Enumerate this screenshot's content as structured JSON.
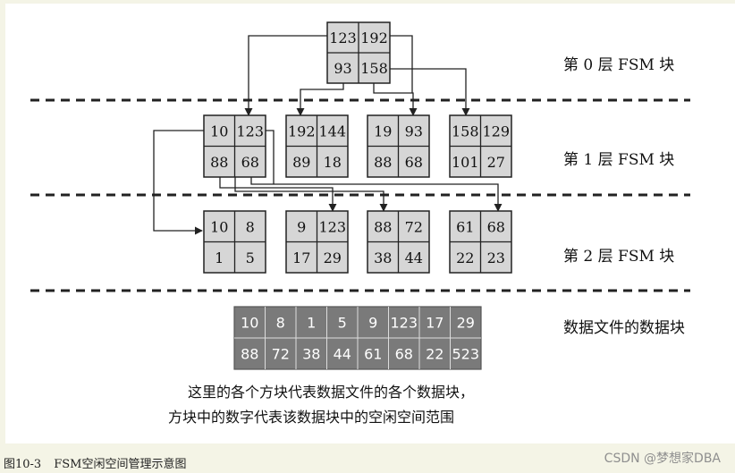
{
  "levels": [
    {
      "label": "第 0 层 FSM 块",
      "blocks": [
        [
          "123",
          "192",
          "93",
          "158"
        ]
      ]
    },
    {
      "label": "第 1 层 FSM 块",
      "blocks": [
        [
          "10",
          "123",
          "88",
          "68"
        ],
        [
          "192",
          "144",
          "89",
          "18"
        ],
        [
          "19",
          "93",
          "88",
          "68"
        ],
        [
          "158",
          "129",
          "101",
          "27"
        ]
      ]
    },
    {
      "label": "第 2 层 FSM 块",
      "blocks": [
        [
          "10",
          "8",
          "1",
          "5"
        ],
        [
          "9",
          "123",
          "17",
          "29"
        ],
        [
          "88",
          "72",
          "38",
          "44"
        ],
        [
          "61",
          "68",
          "22",
          "23"
        ]
      ]
    }
  ],
  "data_blocks": {
    "label": "数据文件的数据块",
    "row1": [
      "10",
      "8",
      "1",
      "5",
      "9",
      "123",
      "17",
      "29"
    ],
    "row2": [
      "88",
      "72",
      "38",
      "44",
      "61",
      "68",
      "22",
      "523"
    ]
  },
  "note": {
    "line1": "这里的各个方块代表数据文件的各个数据块，",
    "line2": "方块中的数字代表该数据块中的空闲空间范围"
  },
  "caption": {
    "number": "图10-3",
    "title": "FSM空闲空间管理示意图"
  },
  "watermark": "CSDN @梦想家DBA",
  "colors": {
    "background": "#f4f4e6",
    "panel": "#ffffff",
    "cell_fill": "#d6d6d6",
    "data_cell_fill": "#7a7a7a",
    "data_text": "#ffffff",
    "line": "#222222"
  }
}
